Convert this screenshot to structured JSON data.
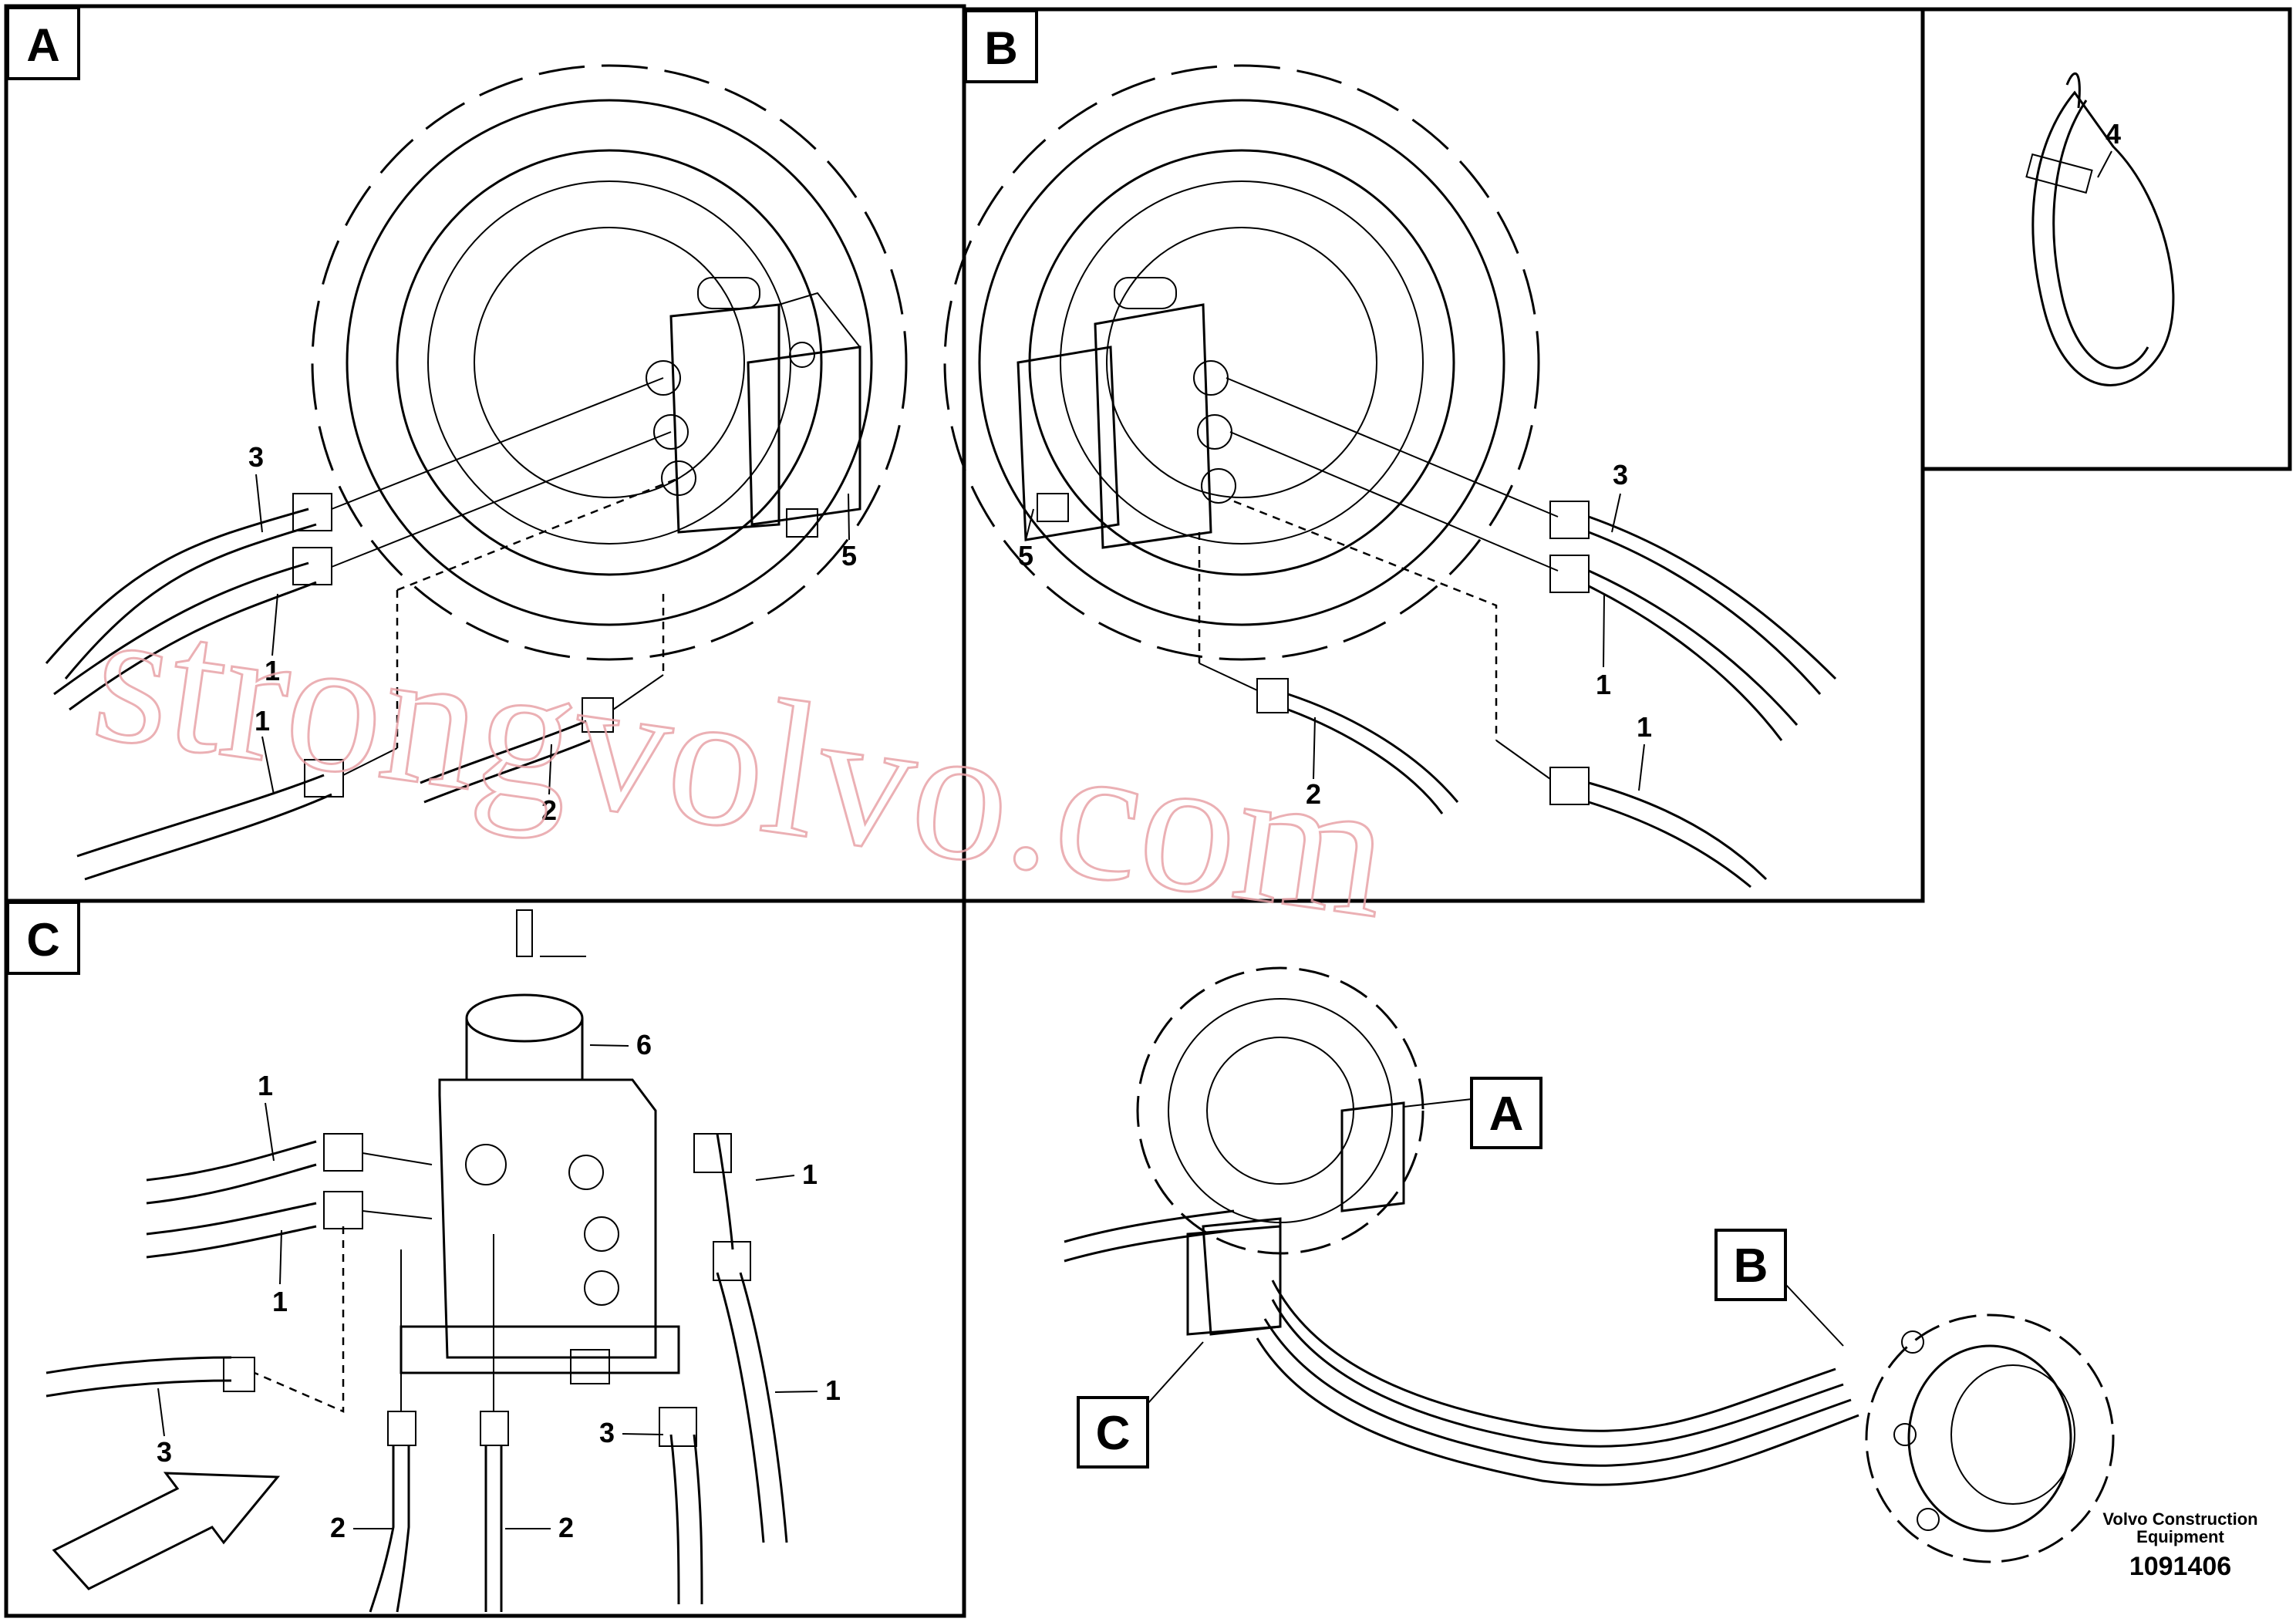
{
  "panels": {
    "a": {
      "letter": "A",
      "callouts": {
        "c3": "3",
        "c1_upper": "1",
        "c1_lower": "1",
        "c2": "2",
        "c5": "5"
      }
    },
    "b": {
      "letter": "B",
      "callouts": {
        "c5": "5",
        "c3": "3",
        "c1_upper": "1",
        "c1_lower": "1",
        "c2": "2"
      }
    },
    "tie": {
      "callouts": {
        "c4": "4"
      }
    },
    "c": {
      "letter": "C",
      "callouts": {
        "c6": "6",
        "c1_left_top": "1",
        "c1_left_bottom": "1",
        "c1_right_top": "1",
        "c1_right_bottom": "1",
        "c3_left": "3",
        "c3_right": "3",
        "c2_left": "2",
        "c2_right": "2"
      }
    }
  },
  "overview": {
    "ref_a": "A",
    "ref_b": "B",
    "ref_c": "C"
  },
  "footer": {
    "company_line1": "Volvo Construction",
    "company_line2": "Equipment",
    "doc_number": "1091406"
  },
  "watermark": {
    "text": "strongvolvo.com",
    "color": "#e8a3a8"
  }
}
